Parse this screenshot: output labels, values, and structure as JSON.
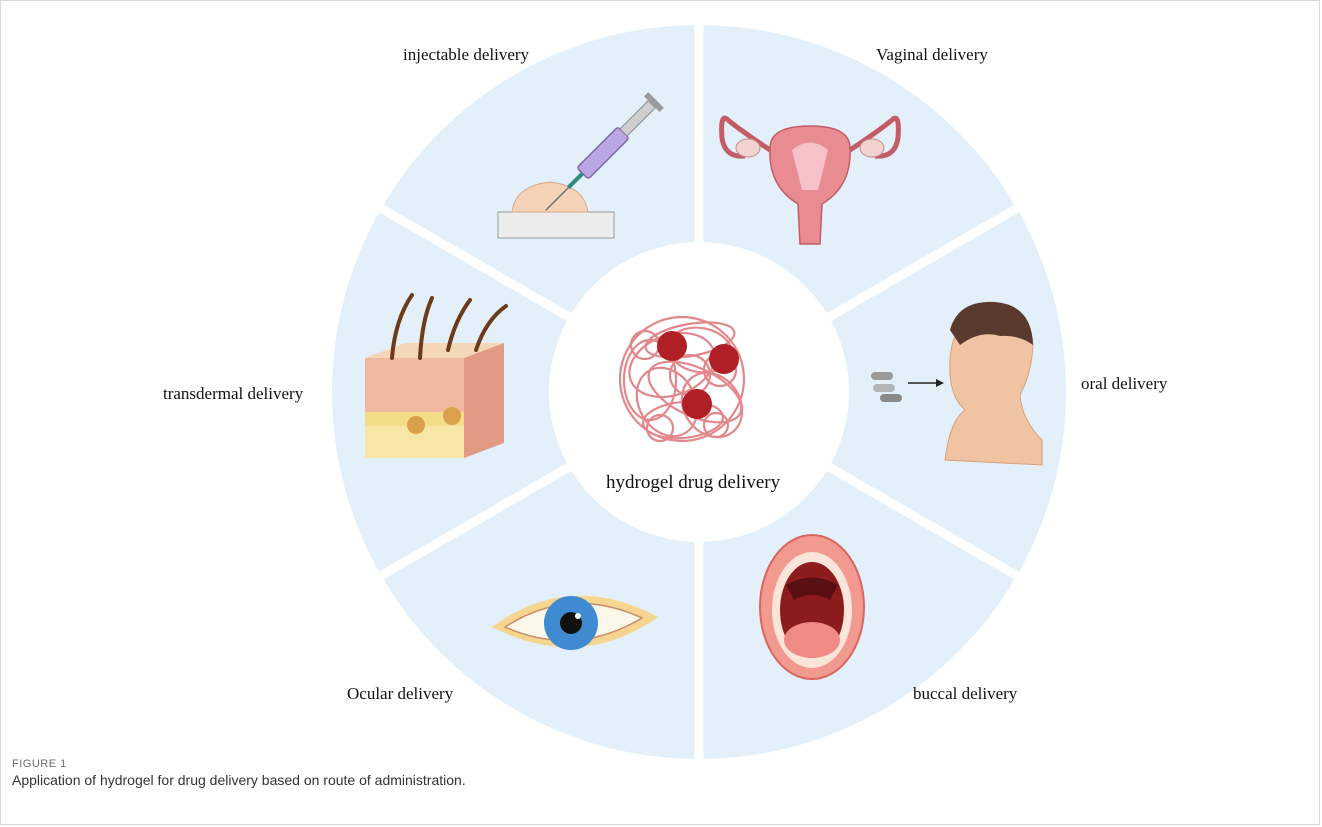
{
  "figure": {
    "number_label": "FIGURE 1",
    "caption": "Application of hydrogel for drug delivery based on route of administration."
  },
  "diagram": {
    "center_label": "hydrogel drug delivery",
    "segments": [
      {
        "id": "injectable",
        "label": "injectable delivery",
        "icon": "syringe-icon"
      },
      {
        "id": "vaginal",
        "label": "Vaginal delivery",
        "icon": "uterus-icon"
      },
      {
        "id": "oral",
        "label": "oral delivery",
        "icon": "head-with-capsules-icon"
      },
      {
        "id": "buccal",
        "label": "buccal delivery",
        "icon": "open-mouth-icon"
      },
      {
        "id": "ocular",
        "label": "Ocular delivery",
        "icon": "eye-icon"
      },
      {
        "id": "transdermal",
        "label": "transdermal delivery",
        "icon": "skin-cross-section-icon"
      }
    ],
    "colors": {
      "segment_fill": "#e3f0f9",
      "center_fill": "#ffffff",
      "hydrogel_strand": "#e2878c",
      "drug_particle": "#b01e26"
    }
  }
}
